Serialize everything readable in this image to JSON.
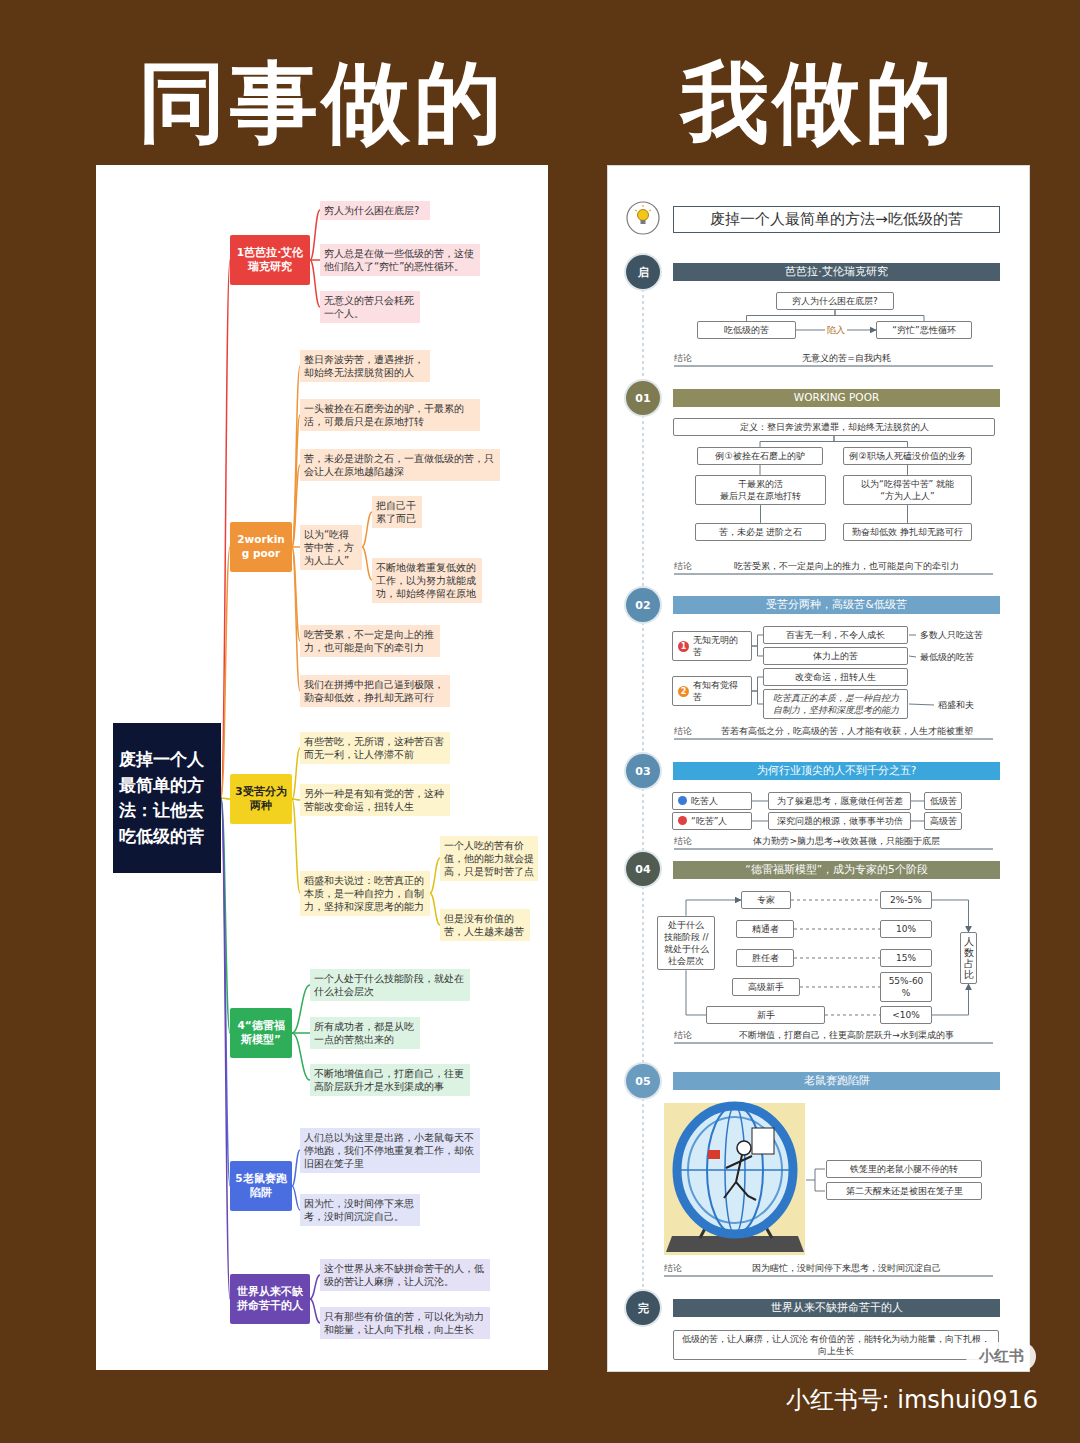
{
  "diagram": {
    "nodes": [
      {
        "text": [
          "废掉一个人最简单的方法：让他去吃低级的苦"
        ]
      },
      {
        "text": [
          "1芭芭拉·艾伦瑞克研究"
        ]
      },
      {
        "text": [
          "穷人为什么困在底层?"
        ]
      },
      {
        "text": [
          "穷人总是在做一些低级的苦，这使他们陷入了“穷忙”的恶性循环。"
        ]
      },
      {
        "text": [
          "无意义的苦只会耗死一个人。"
        ]
      },
      {
        "text": [
          "2working poor"
        ]
      },
      {
        "text": [
          "整日奔波劳苦，遭遇挫折，却始终无法摆脱贫困的人"
        ]
      },
      {
        "text": [
          "一头被拴在石磨旁边的驴，干最累的活，可最后只是在原地打转"
        ]
      },
      {
        "text": [
          "苦，未必是进阶之石，一直做低级的苦，只会让人在原地越陷越深"
        ]
      },
      {
        "text": [
          "以为“吃得苦中苦，方为人上人”"
        ]
      },
      {
        "text": [
          "把自己干累了而已"
        ]
      },
      {
        "text": [
          "不断地做着重复低效的工作，以为努力就能成功，却始终停留在原地"
        ]
      },
      {
        "text": [
          "吃苦受累，不一定是向上的推力，也可能是向下的牵引力"
        ]
      },
      {
        "text": [
          "我们在拼搏中把自己逼到极限，勤奋却低效，挣扎却无路可行"
        ]
      },
      {
        "text": [
          "3受苦分为两种"
        ]
      },
      {
        "text": [
          "有些苦吃，无所谓，这种苦百害而无一利，让人停滞不前"
        ]
      },
      {
        "text": [
          "另外一种是有知有觉的苦，这种苦能改变命运，扭转人生"
        ]
      },
      {
        "text": [
          "稻盛和夫说过：吃苦真正的本质，是一种自控力，自制力，坚持和深度思考的能力"
        ]
      },
      {
        "text": [
          "一个人吃的苦有价值，他的能力就会提高，只是暂时苦了点"
        ]
      },
      {
        "text": [
          "但是没有价值的苦，人生越来越苦"
        ]
      },
      {
        "text": [
          "4“德雷福斯模型”"
        ]
      },
      {
        "text": [
          "一个人处于什么技能阶段，就处在什么社会层次"
        ]
      },
      {
        "text": [
          "所有成功者，都是从吃一点的苦熬出来的"
        ]
      },
      {
        "text": [
          "不断地增值自己，打磨自己，往更高阶层跃升才是水到渠成的事"
        ]
      },
      {
        "text": [
          "5老鼠赛跑陷阱"
        ]
      },
      {
        "text": [
          "人们总以为这里是出路，小老鼠每天不停地跑，我们不停地重复着工作，却依旧困在笼子里"
        ]
      },
      {
        "text": [
          "因为忙，没时间停下来思考，没时间沉淀自己。"
        ]
      },
      {
        "text": [
          "世界从来不缺拼命苦干的人"
        ]
      },
      {
        "text": [
          "这个世界从来不缺拼命苦干的人，低级的苦让人麻痹，让人沉沦。"
        ]
      },
      {
        "text": [
          "只有那些有价值的苦，可以化为动力和能量，让人向下扎根，向上生长"
        ]
      },
      {
        "text": [
          "废掉一个人最简单的方法→吃低级的苦"
        ]
      },
      {
        "text": [
          "启"
        ]
      },
      {
        "text": [
          "芭芭拉·艾伦瑞克研究"
        ]
      },
      {
        "text": [
          "穷人为什么困在底层?"
        ]
      },
      {
        "text": [
          "吃低级的苦"
        ]
      },
      {
        "text": [
          "“穷忙”恶性循环"
        ]
      },
      {
        "text": [
          "01"
        ]
      },
      {
        "text": [
          "WORKING POOR"
        ]
      },
      {
        "text": [
          "定义：整日奔波劳累遭罪，却始终无法脱贫的人"
        ]
      },
      {
        "text": [
          "例①被拴在石磨上的驴"
        ]
      },
      {
        "text": [
          "例②职场人死磕没价值的业务"
        ]
      },
      {
        "text": [
          "干最累的活 最后只是在原地打转"
        ]
      },
      {
        "text": [
          "以为“吃得苦中苦” 就能“方为人上人”"
        ]
      },
      {
        "text": [
          "苦，未必是 进阶之石"
        ]
      },
      {
        "text": [
          "勤奋却低效 挣扎却无路可行"
        ]
      },
      {
        "text": [
          "02"
        ]
      },
      {
        "text": [
          "受苦分两种，高级苦&低级苦"
        ]
      },
      {
        "text": [
          "1",
          "无知无明的苦"
        ]
      },
      {
        "text": [
          "百害无一利，不令人成长"
        ]
      },
      {
        "text": [
          "体力上的苦"
        ]
      },
      {
        "text": [
          "2",
          "有知有觉得苦"
        ]
      },
      {
        "text": [
          "改变命运，扭转人生"
        ]
      },
      {
        "text": [
          "吃苦真正的本质，是一种自控力 自制力，坚持和深度思考的能力"
        ]
      },
      {
        "text": [
          "03"
        ]
      },
      {
        "text": [
          "为何行业顶尖的人不到千分之五?"
        ]
      },
      {
        "text": [
          "吃苦人"
        ]
      },
      {
        "text": [
          "为了躲避思考，愿意做任何苦差"
        ]
      },
      {
        "text": [
          "低级苦"
        ]
      },
      {
        "text": [
          "“吃苦”人"
        ]
      },
      {
        "text": [
          "深究问题的根源，做事事半功倍"
        ]
      },
      {
        "text": [
          "高级苦"
        ]
      },
      {
        "text": [
          "04"
        ]
      },
      {
        "text": [
          "“德雷福斯模型”，成为专家的5个阶段"
        ]
      },
      {
        "text": [
          "处于什么 技能阶段 // 就处于什么 社会层次"
        ]
      },
      {
        "text": [
          "专家"
        ]
      },
      {
        "text": [
          "2%-5%"
        ]
      },
      {
        "text": [
          "精通者"
        ]
      },
      {
        "text": [
          "10%"
        ]
      },
      {
        "text": [
          "胜任者"
        ]
      },
      {
        "text": [
          "15%"
        ]
      },
      {
        "text": [
          "高级新手"
        ]
      },
      {
        "text": [
          "55%-60%"
        ]
      },
      {
        "text": [
          "新手"
        ]
      },
      {
        "text": [
          "<10%"
        ]
      },
      {
        "text": [
          "人数占比"
        ]
      },
      {
        "text": [
          "05"
        ]
      },
      {
        "text": [
          "老鼠赛跑陷阱"
        ]
      },
      {
        "text": [
          "铁笼里的老鼠小腿不停的转"
        ]
      },
      {
        "text": [
          "第二天醒来还是被困在笼子里"
        ]
      },
      {
        "text": [
          "完"
        ]
      },
      {
        "text": [
          "世界从来不缺拼命苦干的人"
        ]
      },
      {
        "text": [
          "低级的苦，让人麻痹，让人沉沦 有价值的苦，能转化为动力能量，向下扎根，向上生长"
        ]
      }
    ],
    "edges": [
      {
        "from": 0,
        "to": 1,
        "arrow": "none"
      },
      {
        "from": 0,
        "to": 5,
        "arrow": "none"
      },
      {
        "from": 0,
        "to": 14,
        "arrow": "none"
      },
      {
        "from": 0,
        "to": 20,
        "arrow": "none"
      },
      {
        "from": 0,
        "to": 24,
        "arrow": "none"
      },
      {
        "from": 0,
        "to": 27,
        "arrow": "none"
      },
      {
        "from": 1,
        "to": 2,
        "arrow": "none"
      },
      {
        "from": 1,
        "to": 3,
        "arrow": "none"
      },
      {
        "from": 1,
        "to": 4,
        "arrow": "none"
      },
      {
        "from": 5,
        "to": 6,
        "arrow": "none"
      },
      {
        "from": 5,
        "to": 7,
        "arrow": "none"
      },
      {
        "from": 5,
        "to": 8,
        "arrow": "none"
      },
      {
        "from": 5,
        "to": 9,
        "arrow": "none"
      },
      {
        "from": 5,
        "to": 12,
        "arrow": "none"
      },
      {
        "from": 5,
        "to": 13,
        "arrow": "none"
      },
      {
        "from": 9,
        "to": 10,
        "arrow": "none"
      },
      {
        "from": 9,
        "to": 11,
        "arrow": "none"
      },
      {
        "from": 14,
        "to": 15,
        "arrow": "none"
      },
      {
        "from": 14,
        "to": 16,
        "arrow": "none"
      },
      {
        "from": 14,
        "to": 17,
        "arrow": "none"
      },
      {
        "from": 17,
        "to": 18,
        "arrow": "none"
      },
      {
        "from": 17,
        "to": 19,
        "arrow": "none"
      },
      {
        "from": 20,
        "to": 21,
        "arrow": "none"
      },
      {
        "from": 20,
        "to": 22,
        "arrow": "none"
      },
      {
        "from": 20,
        "to": 23,
        "arrow": "none"
      },
      {
        "from": 24,
        "to": 25,
        "arrow": "none"
      },
      {
        "from": 24,
        "to": 26,
        "arrow": "none"
      },
      {
        "from": 27,
        "to": 28,
        "arrow": "none"
      },
      {
        "from": 27,
        "to": 29,
        "arrow": "none"
      },
      {
        "from": 31,
        "to": 36,
        "arrow": "none"
      },
      {
        "from": 36,
        "to": 45,
        "arrow": "none"
      },
      {
        "from": 45,
        "to": 53,
        "arrow": "none"
      },
      {
        "from": 53,
        "to": 61,
        "arrow": "none"
      },
      {
        "from": 61,
        "to": 75,
        "arrow": "none"
      },
      {
        "from": 75,
        "to": 79,
        "arrow": "none"
      },
      {
        "from": 33,
        "to": 34,
        "arrow": "none"
      },
      {
        "from": 33,
        "to": 35,
        "arrow": "none"
      },
      {
        "from": 34,
        "to": 35,
        "label": "陷入",
        "arrow": "to"
      },
      {
        "from": 38,
        "to": 39,
        "arrow": "none"
      },
      {
        "from": 38,
        "to": 40,
        "arrow": "none"
      },
      {
        "from": 39,
        "to": 41,
        "arrow": "none"
      },
      {
        "from": 41,
        "to": 43,
        "arrow": "none"
      },
      {
        "from": 40,
        "to": 42,
        "arrow": "none"
      },
      {
        "from": 42,
        "to": 44,
        "arrow": "none"
      },
      {
        "from": 47,
        "to": 48,
        "arrow": "none"
      },
      {
        "from": 47,
        "to": 49,
        "arrow": "none"
      },
      {
        "from": 50,
        "to": 51,
        "arrow": "none"
      },
      {
        "from": 50,
        "to": 52,
        "arrow": "none"
      },
      {
        "from": 55,
        "to": 56,
        "arrow": "none"
      },
      {
        "from": 56,
        "to": 57,
        "arrow": "none"
      },
      {
        "from": 58,
        "to": 59,
        "arrow": "none"
      },
      {
        "from": 59,
        "to": 60,
        "arrow": "none"
      },
      {
        "from": 63,
        "to": 64,
        "arrow": "to"
      },
      {
        "from": 72,
        "to": 63,
        "arrow": "none"
      },
      {
        "from": 64,
        "to": 65,
        "arrow": "none"
      },
      {
        "from": 66,
        "to": 67,
        "arrow": "none"
      },
      {
        "from": 68,
        "to": 69,
        "arrow": "none"
      },
      {
        "from": 70,
        "to": 71,
        "arrow": "none"
      },
      {
        "from": 72,
        "to": 73,
        "arrow": "none"
      },
      {
        "from": 65,
        "to": 74,
        "arrow": "to"
      },
      {
        "from": 73,
        "to": 74,
        "arrow": "to"
      }
    ],
    "labels": [
      "同事做的",
      "我做的",
      "结论",
      "无意义的苦=自我内耗",
      "结论",
      "吃苦受累，不一定是向上的推力，也可能是向下的牵引力",
      "多数人只吃这苦",
      "最低级的吃苦",
      "稻盛和夫",
      "结论",
      "苦若有高低之分，吃高级的苦，人才能有收获，人生才能被重塑",
      "结论",
      "体力勤劳>脑力思考→收效甚微，只能圈于底层",
      "结论",
      "不断增值，打磨自己，往更高阶层跃升→水到渠成的事",
      "结论",
      "因为瞎忙，没时间停下来思考，没时间沉淀自己",
      "小红书",
      "小红书号: imshui0916"
    ]
  }
}
